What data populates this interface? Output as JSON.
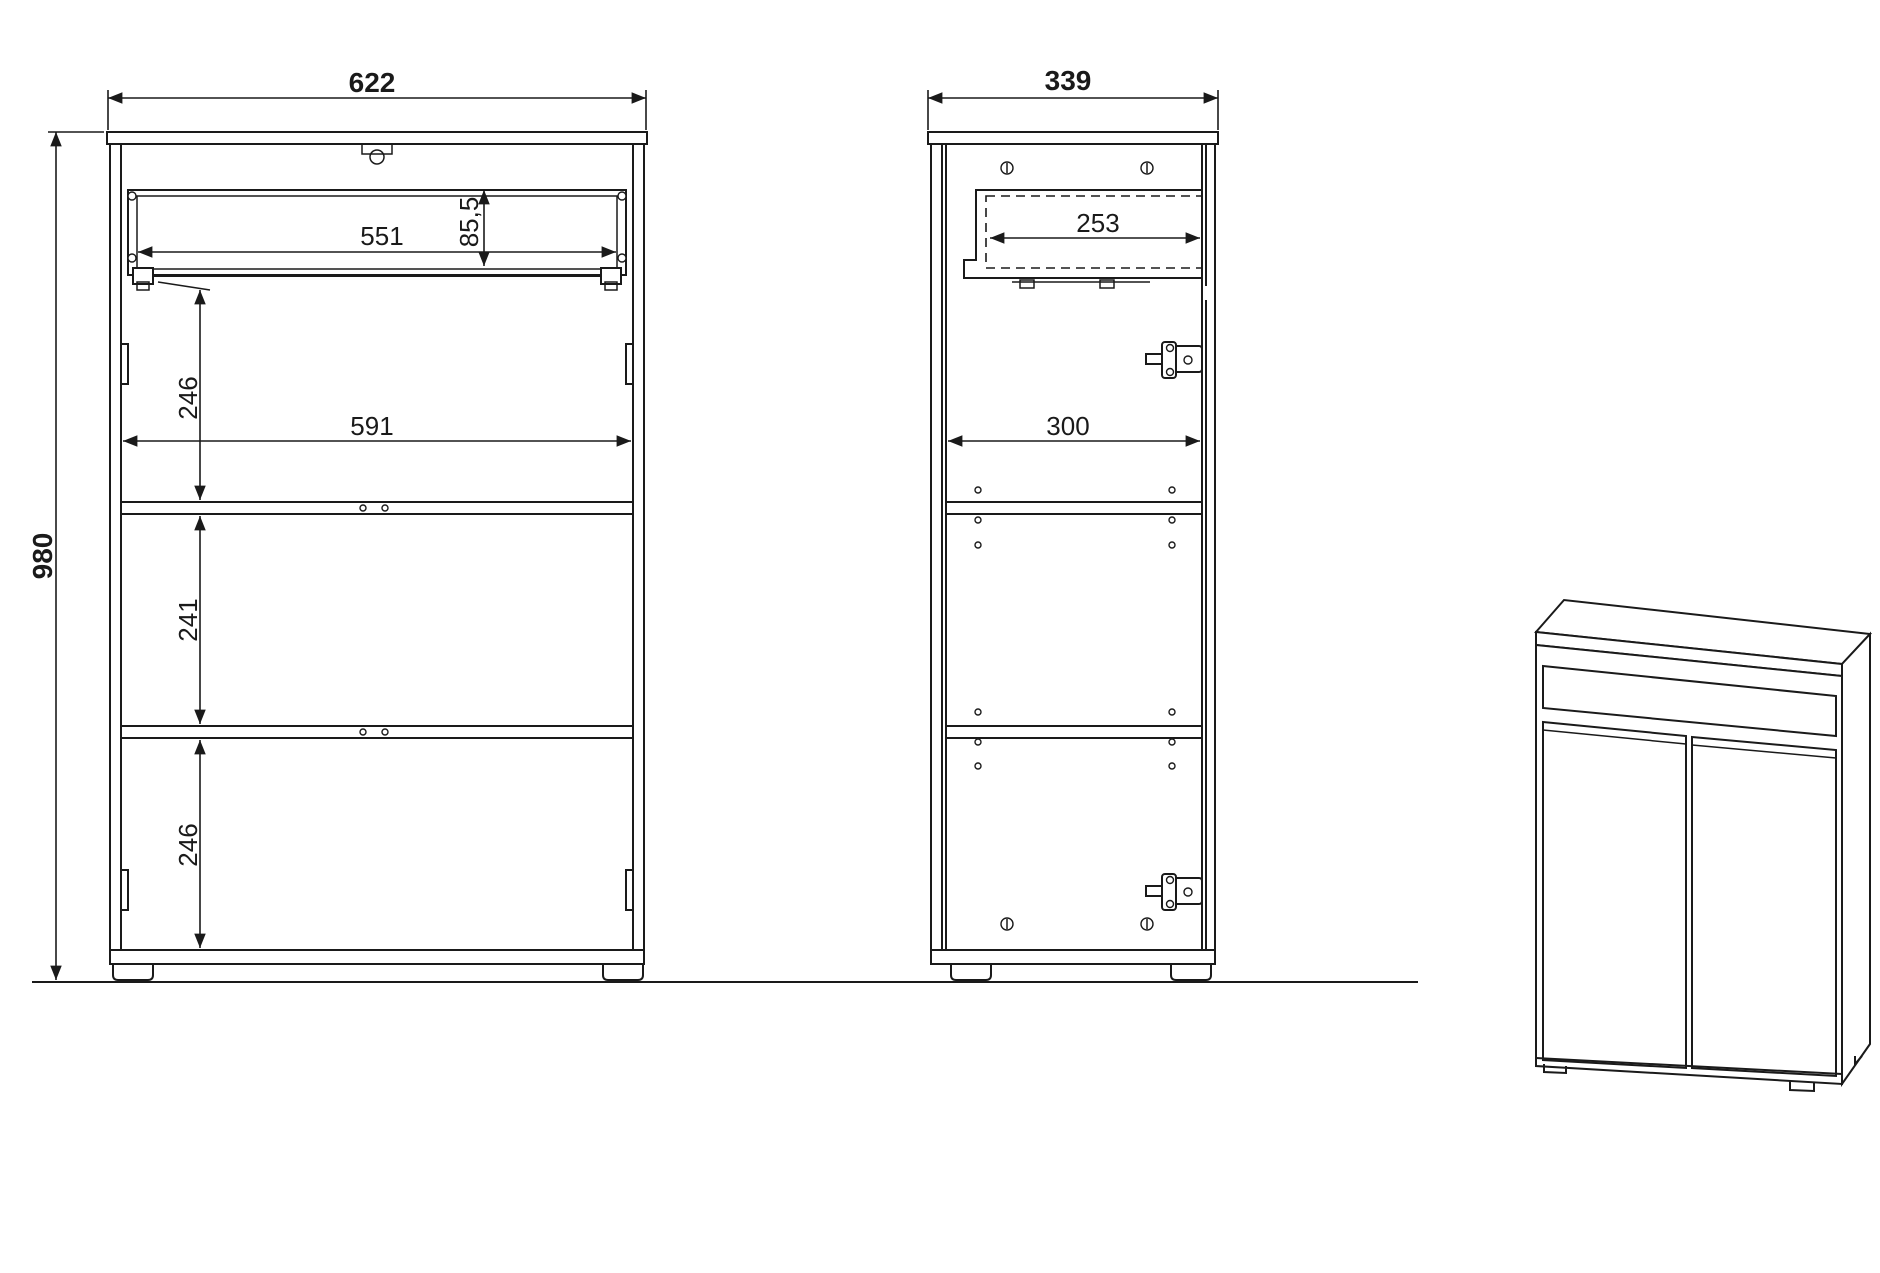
{
  "front_view": {
    "overall_width": "622",
    "drawer_inner_width": "551",
    "drawer_height": "85,5",
    "inner_width": "591",
    "compartment_top": "246",
    "compartment_middle": "241",
    "compartment_bottom": "246"
  },
  "side_view": {
    "overall_depth": "339",
    "drawer_depth": "253",
    "shelf_depth": "300"
  },
  "overall_height": "980",
  "colors": {
    "line": "#1a1a1a",
    "background": "#ffffff"
  }
}
